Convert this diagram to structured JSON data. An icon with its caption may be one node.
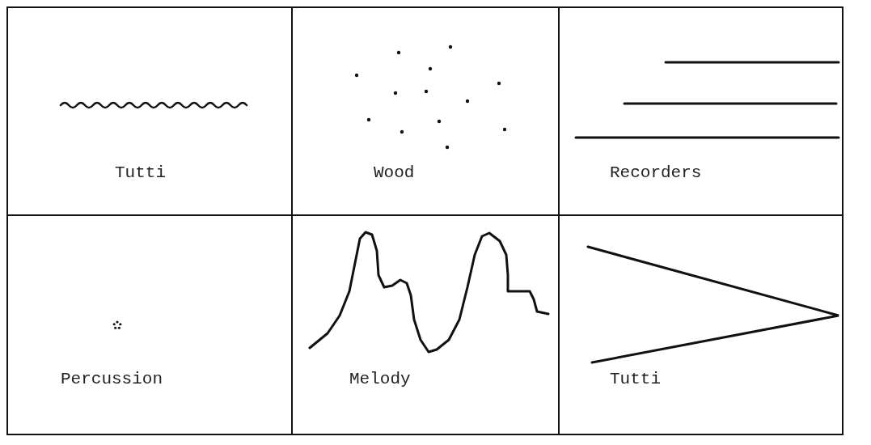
{
  "diagram": {
    "nodes": [
      {
        "text": [
          "Tutti"
        ]
      },
      {
        "text": [
          "Wood"
        ]
      },
      {
        "text": [
          "Recorders"
        ]
      },
      {
        "text": [
          "Percussion"
        ]
      },
      {
        "text": [
          "Melody"
        ]
      },
      {
        "text": [
          "Tutti"
        ]
      }
    ]
  }
}
